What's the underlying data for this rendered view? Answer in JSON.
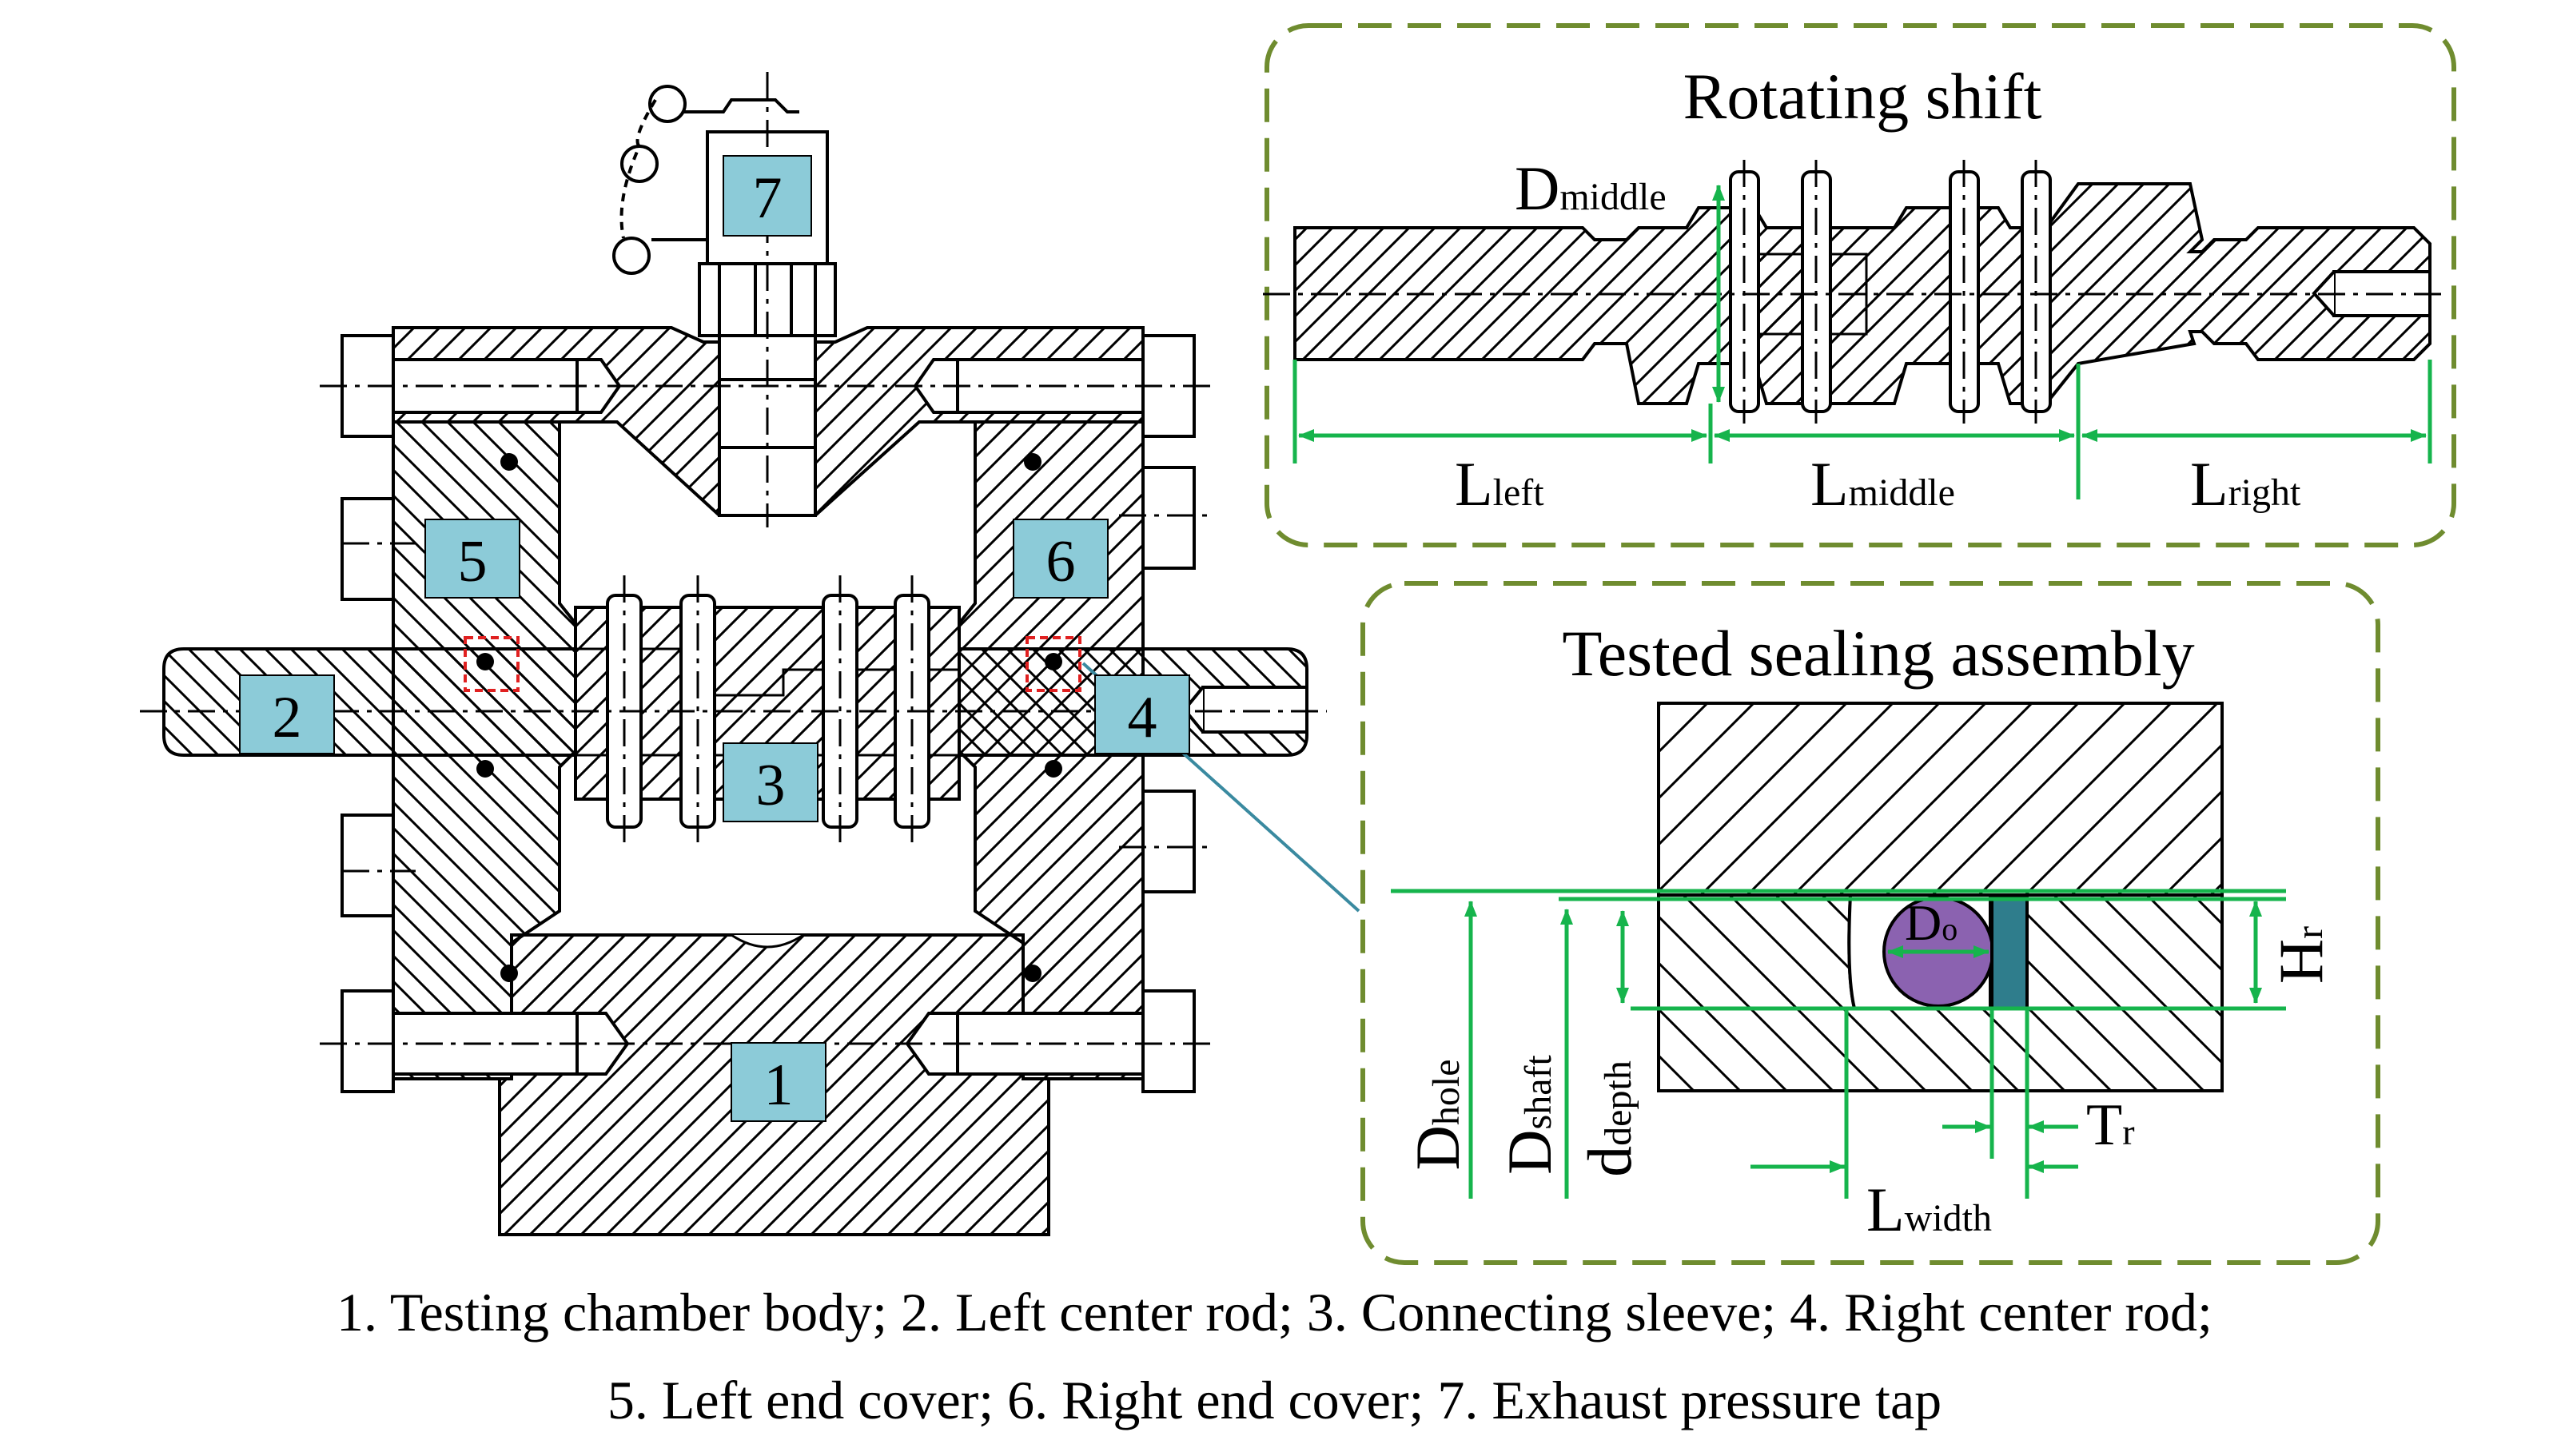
{
  "part_labels": {
    "testing_chamber_body": "1",
    "left_center_rod": "2",
    "connecting_sleeve": "3",
    "right_center_rod": "4",
    "left_end_cover": "5",
    "right_end_cover": "6",
    "exhaust_pressure_tap": "7"
  },
  "shaft_panel": {
    "title": "Rotating shift",
    "d_middle": {
      "main": "D",
      "sub": "middle"
    },
    "l_left": {
      "main": "L",
      "sub": "left"
    },
    "l_middle": {
      "main": "L",
      "sub": "middle"
    },
    "l_right": {
      "main": "L",
      "sub": "right"
    }
  },
  "seal_panel": {
    "title": "Tested sealing assembly",
    "d_hole": {
      "main": "D",
      "sub": "hole"
    },
    "d_shaft": {
      "main": "D",
      "sub": "shaft"
    },
    "d_depth": {
      "main": "d",
      "sub": "depth"
    },
    "d_o": {
      "main": "D",
      "sub": "o"
    },
    "h_r": {
      "main": "H",
      "sub": "r"
    },
    "t_r": {
      "main": "T",
      "sub": "r"
    },
    "l_width": {
      "main": "L",
      "sub": "width"
    }
  },
  "caption": {
    "line1": "1. Testing chamber body; 2. Left center rod; 3. Connecting sleeve; 4. Right center rod;",
    "line2": "5. Left end cover; 6. Right end cover; 7. Exhaust pressure tap"
  },
  "colors": {
    "dimension_green": "#16b44c",
    "panel_border_olive": "#6f8c2f",
    "label_box_blue": "#8ccbd8",
    "o_ring_purple": "#8b62b0",
    "retainer_teal": "#2f7d8c",
    "section_red": "#e02020",
    "leader_teal": "#3a8aa0"
  }
}
